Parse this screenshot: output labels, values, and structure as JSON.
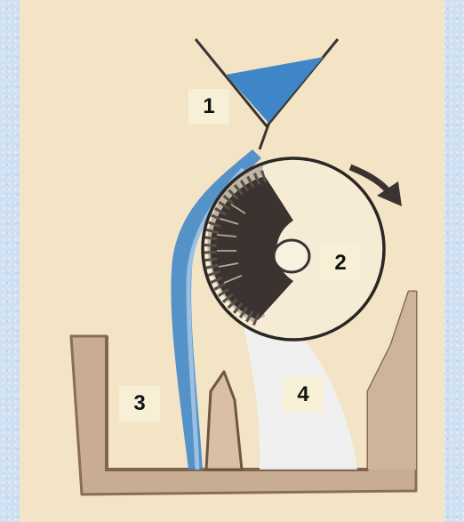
{
  "labels": [
    "1",
    "2",
    "3",
    "4"
  ],
  "colors": {
    "background": "#cfe0f3",
    "paper": "#f3e4c6",
    "powder": "#3f86c8",
    "drum_outline": "#2b2724",
    "magnetic_segment": "#3a3330",
    "trough": "#c9ad92"
  }
}
